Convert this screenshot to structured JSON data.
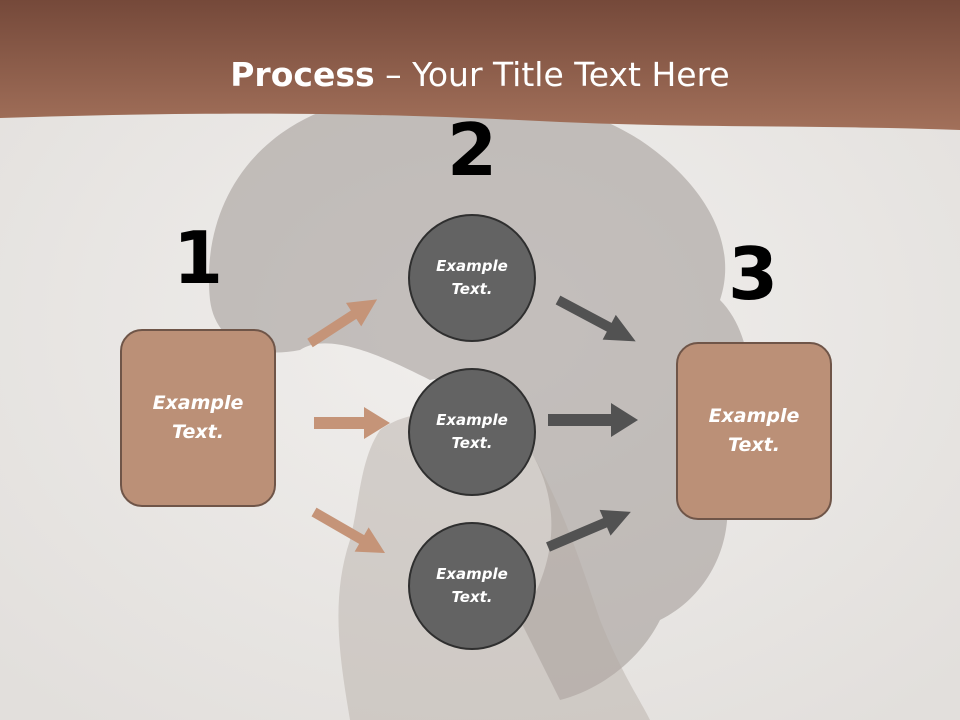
{
  "title": {
    "bold": "Process",
    "rest": " – Your Title Text Here"
  },
  "steps": [
    {
      "number": "1",
      "label": "Example\nText."
    },
    {
      "number": "2",
      "circles": [
        {
          "label": "Example\nText."
        },
        {
          "label": "Example\nText."
        },
        {
          "label": "Example\nText."
        }
      ]
    },
    {
      "number": "3",
      "label": "Example\nText."
    }
  ],
  "colors": {
    "header": "#8f5e45",
    "box_fill": "#bb9077",
    "circle_fill": "#636363",
    "arrow_left": "#c59478",
    "arrow_right": "#525252"
  }
}
